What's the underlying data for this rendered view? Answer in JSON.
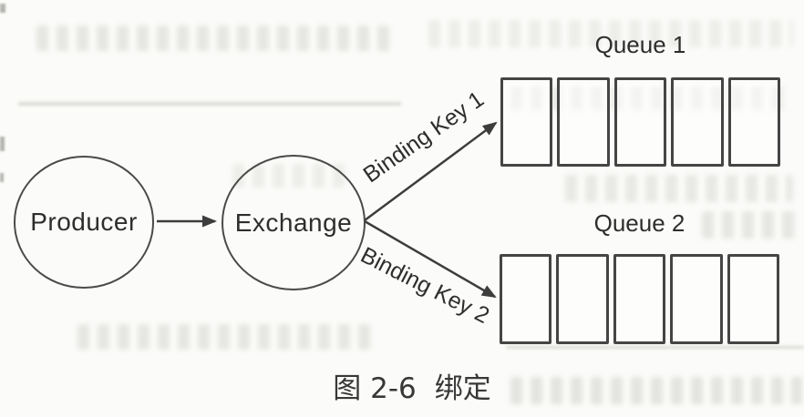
{
  "diagram": {
    "type": "message-flow",
    "nodes": {
      "producer": {
        "label": "Producer",
        "shape": "circle"
      },
      "exchange": {
        "label": "Exchange",
        "shape": "circle"
      }
    },
    "edges": [
      {
        "from": "producer",
        "to": "exchange",
        "label": ""
      },
      {
        "from": "exchange",
        "to": "queue1",
        "label": "Binding Key 1"
      },
      {
        "from": "exchange",
        "to": "queue2",
        "label": "Binding Key 2"
      }
    ],
    "queues": [
      {
        "label": "Queue 1",
        "slots": 5
      },
      {
        "label": "Queue 2",
        "slots": 5
      }
    ],
    "caption": {
      "figure": "图 2-6",
      "title": "绑定"
    }
  },
  "colors": {
    "ink": "#3d3d3d",
    "paper": "#fbfbf9",
    "bleed": "#c9c9c2"
  }
}
